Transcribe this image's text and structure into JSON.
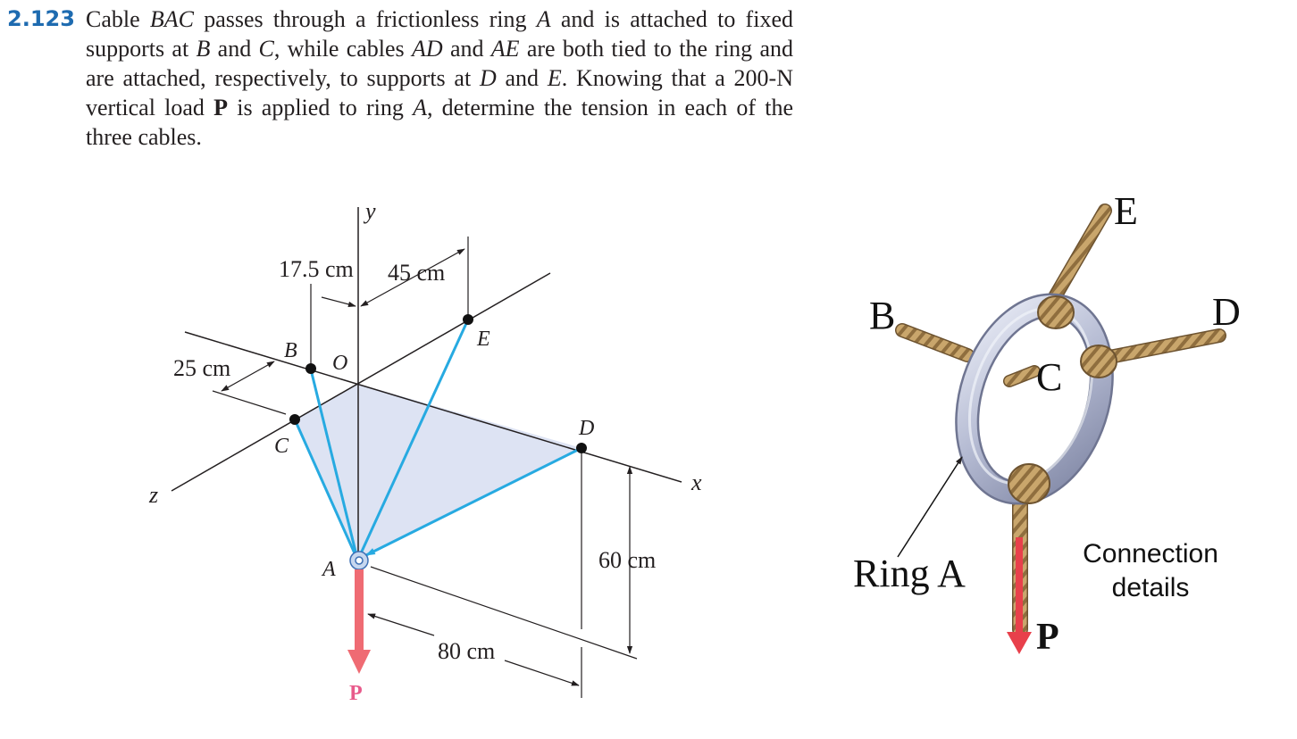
{
  "problem": {
    "number": "2.123",
    "segments": [
      {
        "t": "Cable "
      },
      {
        "t": "BAC",
        "i": true
      },
      {
        "t": " passes through a frictionless ring "
      },
      {
        "t": "A",
        "i": true
      },
      {
        "t": " and is attached to fixed supports at "
      },
      {
        "t": "B",
        "i": true
      },
      {
        "t": " and "
      },
      {
        "t": "C",
        "i": true
      },
      {
        "t": ", while cables "
      },
      {
        "t": "AD",
        "i": true
      },
      {
        "t": " and "
      },
      {
        "t": "AE",
        "i": true
      },
      {
        "t": " are both tied to the ring and are attached, respectively, to supports at "
      },
      {
        "t": "D",
        "i": true
      },
      {
        "t": " and "
      },
      {
        "t": "E",
        "i": true
      },
      {
        "t": ". Know­ing that a 200-N vertical load "
      },
      {
        "t": "P",
        "b": true
      },
      {
        "t": " is applied to ring "
      },
      {
        "t": "A",
        "i": true
      },
      {
        "t": ", determine the tension in each of the three cables."
      }
    ]
  },
  "diagram": {
    "axes": {
      "x": "x",
      "y": "y",
      "z": "z"
    },
    "points": {
      "A": "A",
      "B": "B",
      "C": "C",
      "D": "D",
      "E": "E",
      "O": "O"
    },
    "dimensions": {
      "d_17_5": "17.5 cm",
      "d_45": "45 cm",
      "d_25": "25 cm",
      "d_60": "60 cm",
      "d_80": "80 cm"
    },
    "load_label": "P"
  },
  "photo": {
    "labels": {
      "B": "B",
      "C": "C",
      "D": "D",
      "E": "E",
      "ring": "Ring A",
      "load": "P"
    },
    "caption_line1": "Connection",
    "caption_line2": "details"
  },
  "colors": {
    "cable": "#27aae1",
    "load_arrow": "#ef6b73",
    "load_label": "#e85a8b",
    "plane_fill": "#dde3f3",
    "problem_number": "#1e6bb0",
    "rope": "#c8a56d",
    "ring": "#b7bdd6",
    "photo_arrow": "#e8404b"
  }
}
